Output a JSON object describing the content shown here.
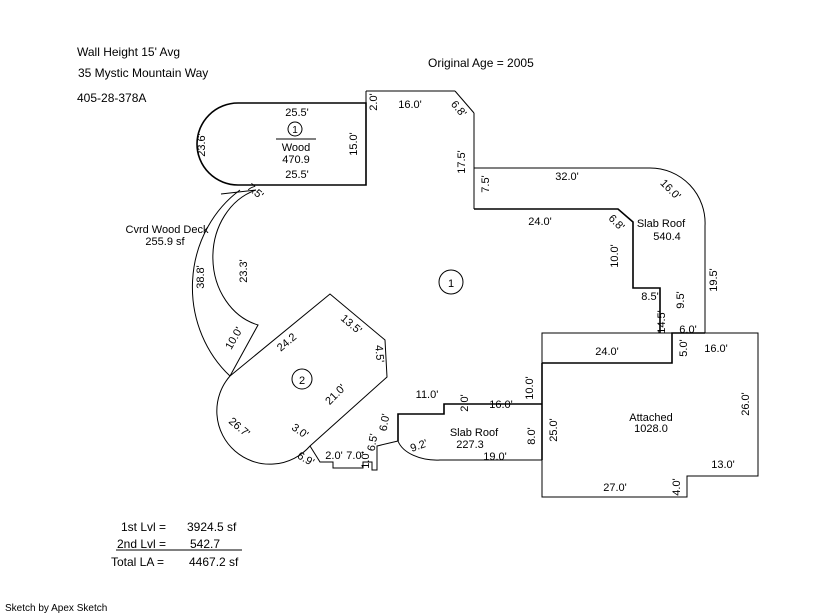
{
  "header": {
    "wall_height": "Wall Height 15' Avg",
    "address": "35 Mystic Mountain Way",
    "parcel": "405-28-378A",
    "original_age": "Original Age  =  2005"
  },
  "areas": {
    "wood_label": "Wood",
    "wood_area": "470.9",
    "wood_num": "1",
    "deck_label": "Cvrd Wood Deck",
    "deck_area": "255.9 sf",
    "main_num": "1",
    "second_num": "2",
    "slab_roof_1_label": "Slab Roof",
    "slab_roof_1_area": "540.4",
    "slab_roof_2_label": "Slab Roof",
    "slab_roof_2_area": "227.3",
    "attached_label": "Attached",
    "attached_area": "1028.0"
  },
  "dims": {
    "d1": "25.5'",
    "d2": "25.5'",
    "d3": "23.6'",
    "d4": "15.0'",
    "d5": "2.0'",
    "d6": "16.0'",
    "d7": "6.8'",
    "d8": "17.5'",
    "d9": "7.5'",
    "d10": "32.0'",
    "d11": "16.0'",
    "d12": "24.0'",
    "d13": "6.8'",
    "d14": "10.0'",
    "d15": "19.5'",
    "d16": "8.5'",
    "d17": "9.5'",
    "d18": "14.5'",
    "d19": "6.0'",
    "d20": "5.0'",
    "d21": "16.0'",
    "d22": "24.0'",
    "d23": "26.0'",
    "d24": "10.0'",
    "d25": "25.0'",
    "d26": "13.0'",
    "d27": "27.0'",
    "d28": "4.0'",
    "d29": "7.5'",
    "d30": "23.3'",
    "d31": "38.8'",
    "d32": "10.0'",
    "d33": "24.2",
    "d34": "13.5'",
    "d35": "4.5'",
    "d36": "21.0'",
    "d37": "26.7'",
    "d38": "3.0'",
    "d39": "6.9'",
    "d40": "2.0'",
    "d41": "7.0'",
    "d42": "1.0'",
    "d43": "6.5'",
    "d44": "6.0'",
    "d45": "11.0'",
    "d46": "2.0'",
    "d47": "16.0'",
    "d48": "8.0'",
    "d49": "9.2'",
    "d50": "19.0'"
  },
  "totals": {
    "first_label": "1st Lvl  =",
    "first_value": "3924.5 sf",
    "second_label": "2nd Lvl  =",
    "second_value": "542.7",
    "total_label": "Total LA  =",
    "total_value": "4467.2 sf"
  },
  "footer": {
    "credit": "Sketch by Apex Sketch"
  }
}
